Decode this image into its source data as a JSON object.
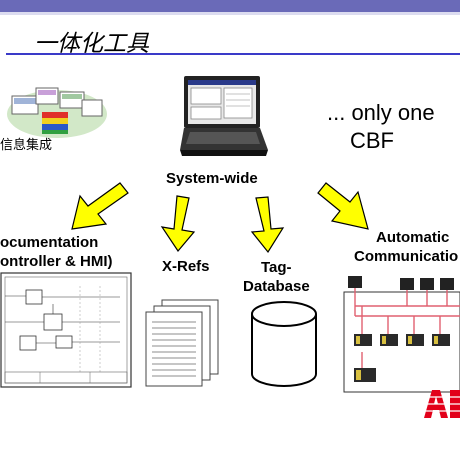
{
  "title": "一体化工具",
  "info_integration_label": "信息集成",
  "system_wide_label": "System-wide",
  "only_one_line1": "... only one",
  "only_one_line2": "CBF",
  "documentation_line1": "ocumentation",
  "documentation_line2": "ontroller & HMI)",
  "xrefs_label": "X-Refs",
  "tag_database_line1": "Tag-",
  "tag_database_line2": "Database",
  "automatic_comm_line1": "Automatic",
  "automatic_comm_line2": "Communicatio",
  "logo_text": "ABB",
  "colors": {
    "header_bar": "#6a6ab8",
    "title_rule": "#3a3ac8",
    "arrow_fill": "#ffff00",
    "logo_red": "#e2001a"
  }
}
